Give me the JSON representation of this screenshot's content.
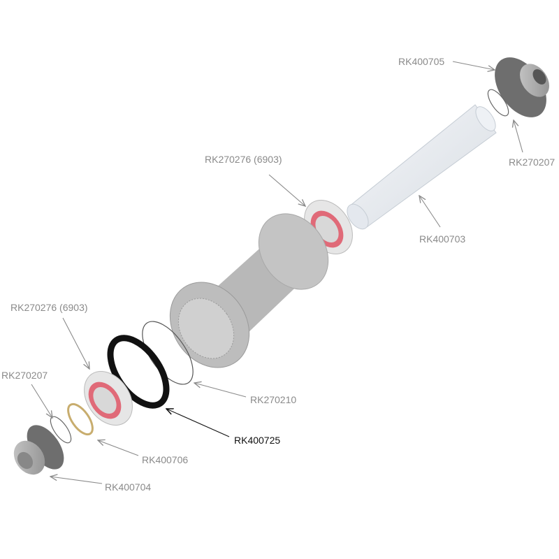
{
  "diagram": {
    "title": "Hub exploded view",
    "parts": [
      {
        "id": "RK400705",
        "label": "RK400705"
      },
      {
        "id": "RK270207_top",
        "label": "RK270207"
      },
      {
        "id": "RK270276_top",
        "label": "RK270276 (6903)"
      },
      {
        "id": "RK400703",
        "label": "RK400703"
      },
      {
        "id": "RK270276_bottom",
        "label": "RK270276 (6903)"
      },
      {
        "id": "RK270207_bottom",
        "label": "RK270207"
      },
      {
        "id": "RK270210",
        "label": "RK270210"
      },
      {
        "id": "RK400725",
        "label": "RK400725",
        "highlighted": true
      },
      {
        "id": "RK400706",
        "label": "RK400706"
      },
      {
        "id": "RK400704",
        "label": "RK400704"
      }
    ],
    "colors": {
      "part_gray": "#a7a7a7",
      "bearing_pink": "#e06a78",
      "highlight": "#111111",
      "label": "#8a8a8a",
      "wave_washer": "#c8ad6e"
    }
  }
}
